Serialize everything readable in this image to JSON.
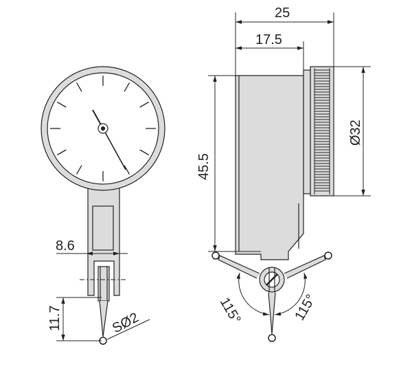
{
  "dimensions": {
    "overall_width": "25",
    "body_depth": "17.5",
    "height": "45.5",
    "bezel_diameter": "Ø32",
    "stem_width": "8.6",
    "stylus_length": "11.7",
    "ball_diameter": "SØ2",
    "swing_angle_left": "115°",
    "swing_angle_right": "115°"
  },
  "colors": {
    "line": "#222222",
    "body_fill": "#dcdcdc",
    "face_fill": "#ffffff",
    "background": "#ffffff"
  }
}
